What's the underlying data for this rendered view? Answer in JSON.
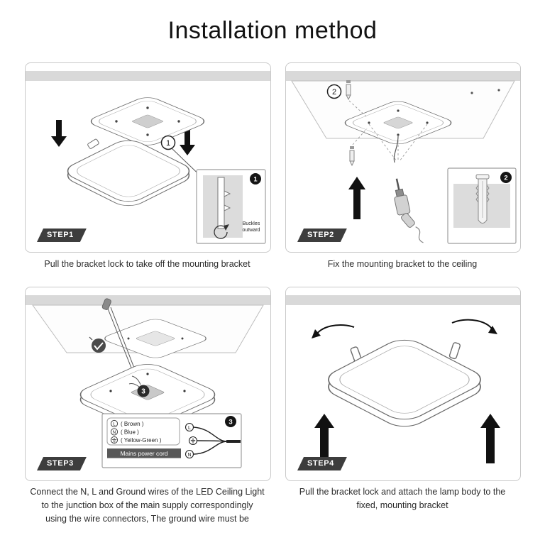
{
  "title": "Installation method",
  "steps": [
    {
      "label": "STEP1",
      "badge": "1",
      "caption_lines": [
        "Pull the bracket lock to take off the mounting bracket"
      ],
      "inset": {
        "badge": "1",
        "note_lines": [
          "Buckles",
          "outward"
        ]
      }
    },
    {
      "label": "STEP2",
      "badge": "2",
      "caption_lines": [
        "Fix the mounting bracket to the ceiling"
      ],
      "inset": {
        "badge": "2"
      }
    },
    {
      "label": "STEP3",
      "badge": "3",
      "caption_lines": [
        "Connect the N, L and Ground wires of the LED Ceiling Light",
        "to the junction box of the main supply correspondingly",
        "using the wire connectors, The ground wire must be"
      ],
      "inset": {
        "badge": "3",
        "wire_rows": [
          {
            "symbol": "L",
            "label": "( Brown )"
          },
          {
            "symbol": "N",
            "label": "( Blue )"
          },
          {
            "symbol": "GND",
            "label": "( Yellow-Green )"
          }
        ],
        "cord_label": "Mains power cord",
        "terminals": [
          "L",
          "GND",
          "N"
        ]
      }
    },
    {
      "label": "STEP4",
      "caption_lines": [
        "Pull the bracket lock and attach the lamp body to the",
        "fixed, mounting bracket"
      ]
    }
  ]
}
